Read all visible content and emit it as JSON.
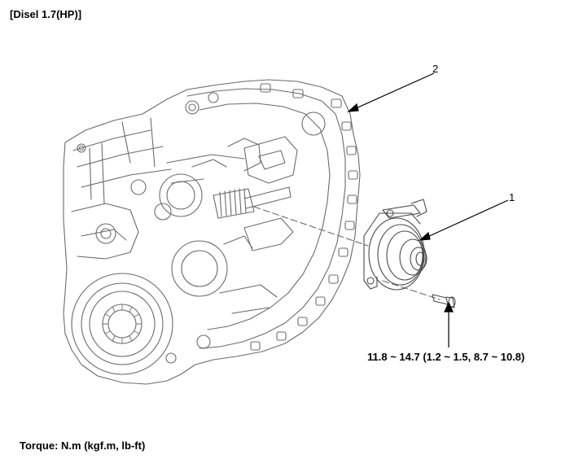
{
  "header": {
    "title": "[Disel 1.7(HP)]"
  },
  "callouts": {
    "part_1": "1",
    "part_2": "2"
  },
  "torque": {
    "spec": "11.8 ~ 14.7 (1.2 ~ 1.5, 8.7 ~ 10.8)",
    "unit_note": "Torque: N.m (kgf.m, lb-ft)"
  },
  "colors": {
    "linework": "#6b6b6b",
    "arrows": "#000000",
    "background": "#ffffff"
  }
}
